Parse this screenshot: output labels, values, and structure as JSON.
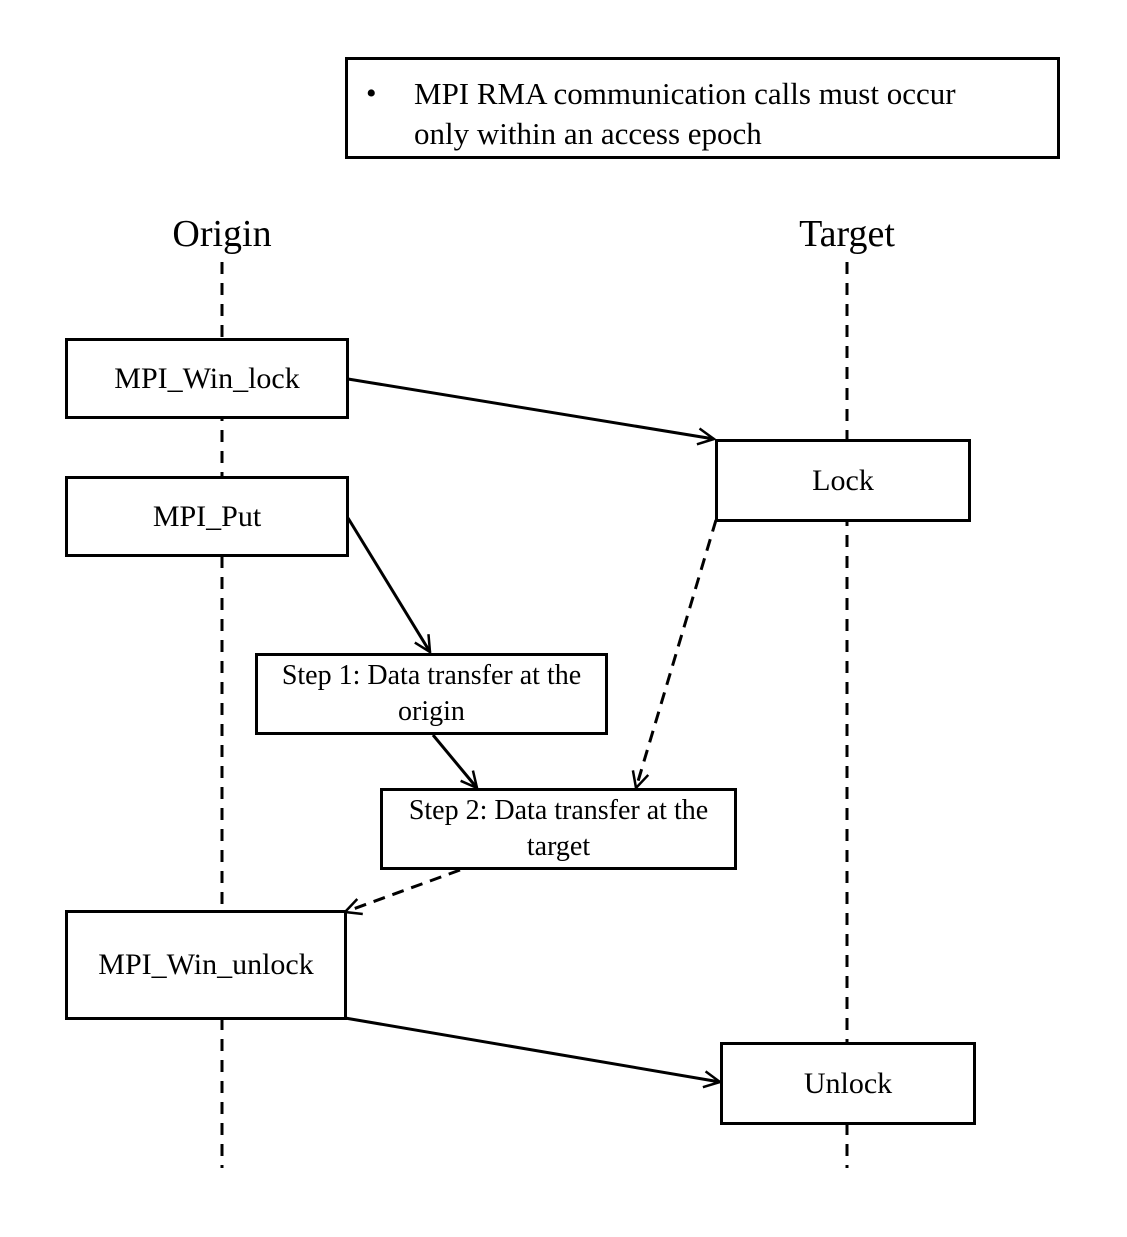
{
  "note": {
    "bullet": "•",
    "text_line1": "MPI RMA communication calls must occur",
    "text_line2": "only within an access epoch"
  },
  "lanes": {
    "origin": "Origin",
    "target": "Target"
  },
  "origin_boxes": {
    "win_lock": "MPI_Win_lock",
    "put": "MPI_Put",
    "win_unlock": "MPI_Win_unlock"
  },
  "target_boxes": {
    "lock": "Lock",
    "unlock": "Unlock"
  },
  "steps": {
    "step1_line1": "Step 1: Data transfer at the",
    "step1_line2": "origin",
    "step2_line1": "Step 2: Data transfer at the",
    "step2_line2": "target"
  }
}
